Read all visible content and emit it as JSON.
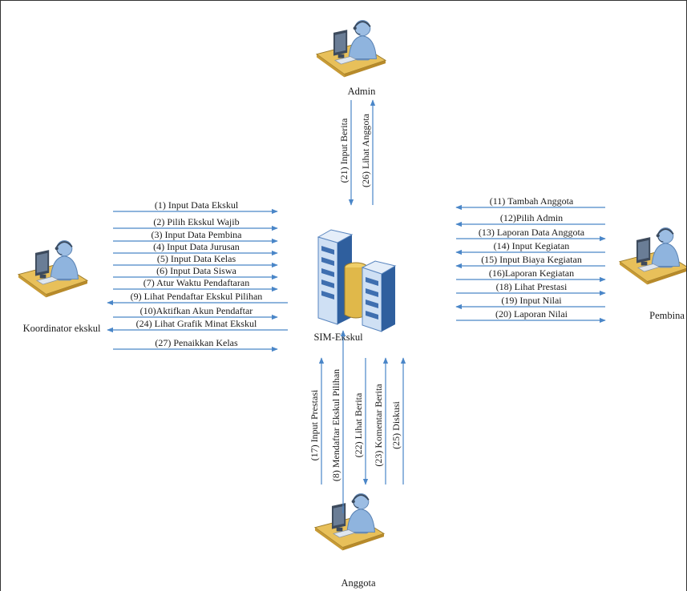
{
  "colors": {
    "arrow": "#4a86c8",
    "desk": "#e8c05a",
    "desk_edge": "#9a7a2a",
    "person": "#8fb4de",
    "monitor": "#3d4a5c",
    "server_light": "#bcd3ee",
    "server_dark": "#3f6fb0",
    "db": "#e0b84a"
  },
  "actors": {
    "admin": "Admin",
    "koordinator": "Koordinator ekskul",
    "pembina": "Pembina",
    "anggota": "Anggota"
  },
  "system": {
    "name": "SIM-Ekskul",
    "icon": "server-database-icon"
  },
  "flows": {
    "admin": [
      {
        "text": "(21) Input Berita",
        "dir": "down"
      },
      {
        "text": "(26) Lihat Anggota",
        "dir": "up"
      }
    ],
    "koordinator": [
      {
        "text": "(1) Input Data Ekskul",
        "dir": "right"
      },
      {
        "text": "(2) Pilih Ekskul Wajib",
        "dir": "right"
      },
      {
        "text": "(3) Input Data Pembina",
        "dir": "right"
      },
      {
        "text": "(4) Input Data Jurusan",
        "dir": "right"
      },
      {
        "text": "(5) Input Data Kelas",
        "dir": "right"
      },
      {
        "text": "(6) Input Data Siswa",
        "dir": "right"
      },
      {
        "text": "(7) Atur Waktu Pendaftaran",
        "dir": "right"
      },
      {
        "text": "(9) Lihat Pendaftar Ekskul Pilihan",
        "dir": "left"
      },
      {
        "text": "(10)Aktifkan Akun Pendaftar",
        "dir": "right"
      },
      {
        "text": "(24) Lihat Grafik Minat Ekskul",
        "dir": "left"
      },
      {
        "text": "(27) Penaikkan Kelas",
        "dir": "right"
      }
    ],
    "pembina": [
      {
        "text": "(11) Tambah Anggota",
        "dir": "left"
      },
      {
        "text": "(12)Pilih Admin",
        "dir": "left"
      },
      {
        "text": "(13) Laporan Data Anggota",
        "dir": "right"
      },
      {
        "text": "(14) Input Kegiatan",
        "dir": "left"
      },
      {
        "text": "(15) Input Biaya Kegiatan",
        "dir": "left"
      },
      {
        "text": "(16)Laporan Kegiatan",
        "dir": "right"
      },
      {
        "text": "(18) Lihat Prestasi",
        "dir": "right"
      },
      {
        "text": "(19) Input Nilai",
        "dir": "left"
      },
      {
        "text": "(20) Laporan Nilai",
        "dir": "right"
      }
    ],
    "anggota": [
      {
        "text": "(17) Input Prestasi",
        "dir": "up"
      },
      {
        "text": "(8) Mendaftar Ekskul Pilihan",
        "dir": "up"
      },
      {
        "text": "(22) Lihat Berita",
        "dir": "down"
      },
      {
        "text": "(23) Komentar Berita",
        "dir": "up"
      },
      {
        "text": "(25) Diskusi",
        "dir": "up"
      }
    ]
  }
}
